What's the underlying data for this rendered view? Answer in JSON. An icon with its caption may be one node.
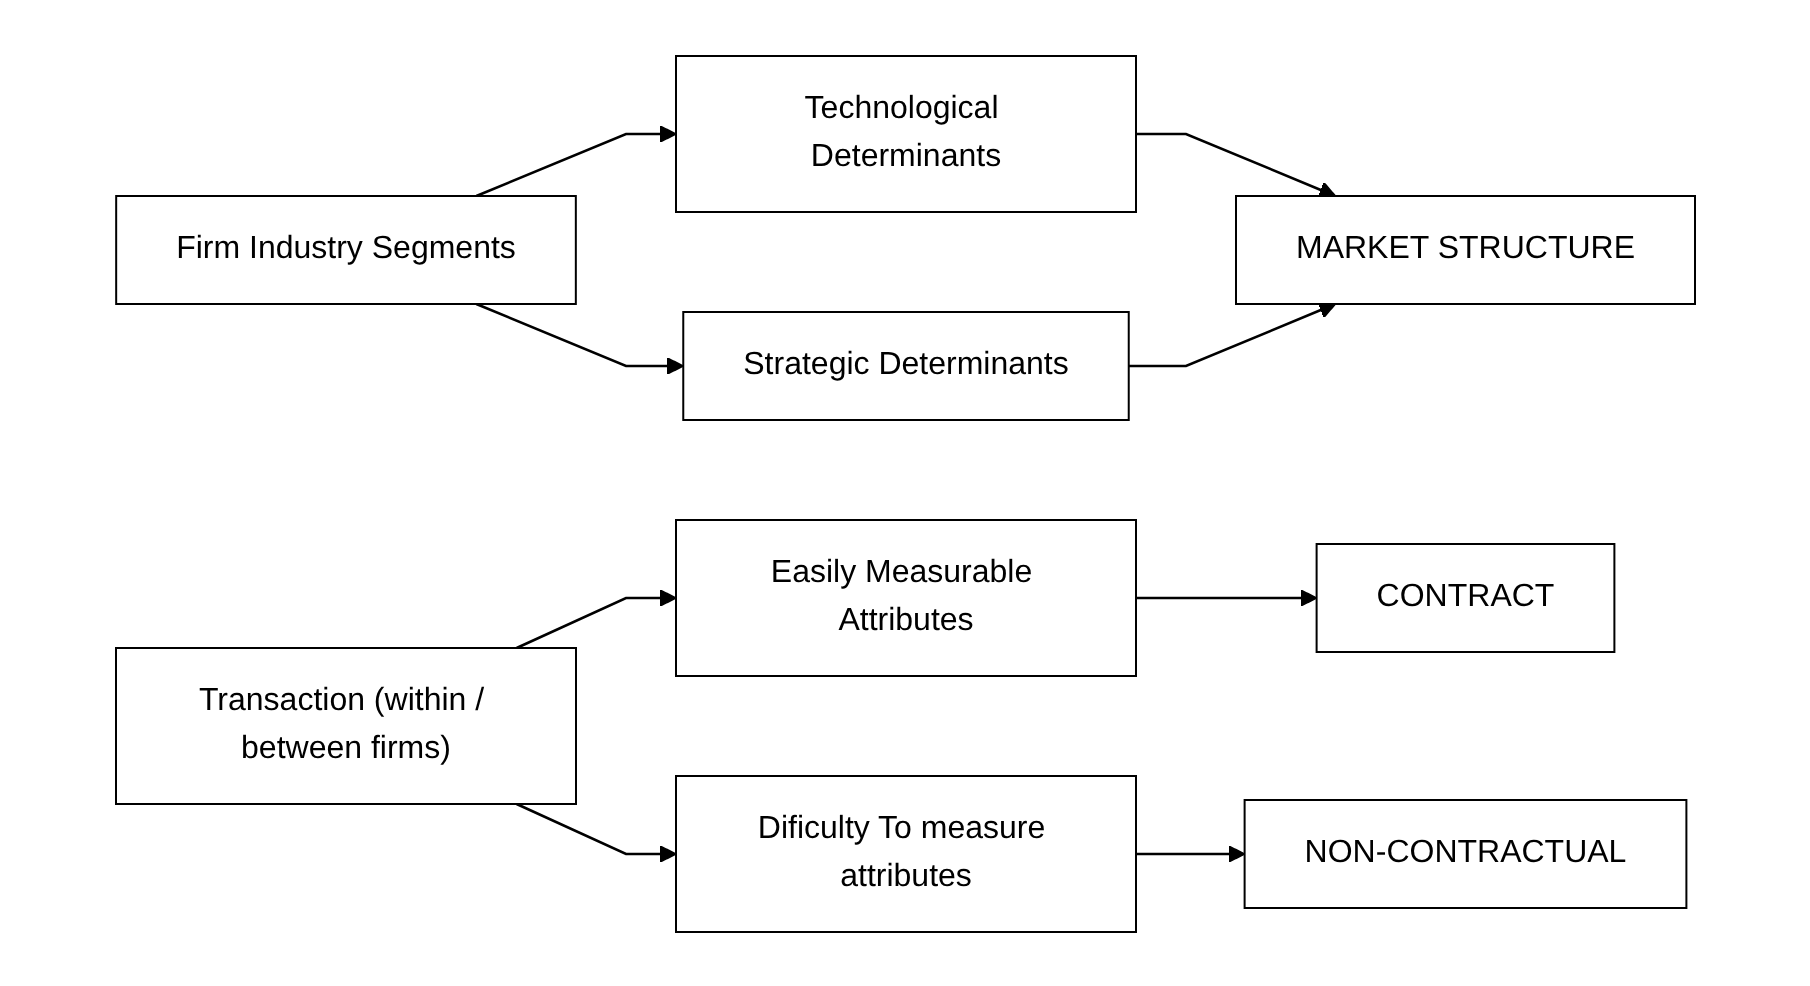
{
  "diagram": {
    "nodes": [
      {
        "text": [
          "Firm Industry Segments"
        ]
      },
      {
        "text": [
          "Technological Determinants"
        ]
      },
      {
        "text": [
          "Strategic Determinants"
        ]
      },
      {
        "text": [
          "MARKET STRUCTURE"
        ]
      },
      {
        "text": [
          "Transaction (within / between firms)"
        ]
      },
      {
        "text": [
          "Easily Measurable Attributes"
        ]
      },
      {
        "text": [
          "CONTRACT"
        ]
      },
      {
        "text": [
          "Dificulty To measure attributes"
        ]
      },
      {
        "text": [
          "NON-CONTRACTUAL"
        ]
      }
    ],
    "edges": [
      {
        "from": 0,
        "to": 1,
        "arrow": "to"
      },
      {
        "from": 0,
        "to": 2,
        "arrow": "to"
      },
      {
        "from": 1,
        "to": 3,
        "arrow": "to"
      },
      {
        "from": 2,
        "to": 3,
        "arrow": "to"
      },
      {
        "from": 4,
        "to": 5,
        "arrow": "to"
      },
      {
        "from": 4,
        "to": 7,
        "arrow": "to"
      },
      {
        "from": 5,
        "to": 6,
        "arrow": "to"
      },
      {
        "from": 7,
        "to": 8,
        "arrow": "to"
      }
    ]
  }
}
